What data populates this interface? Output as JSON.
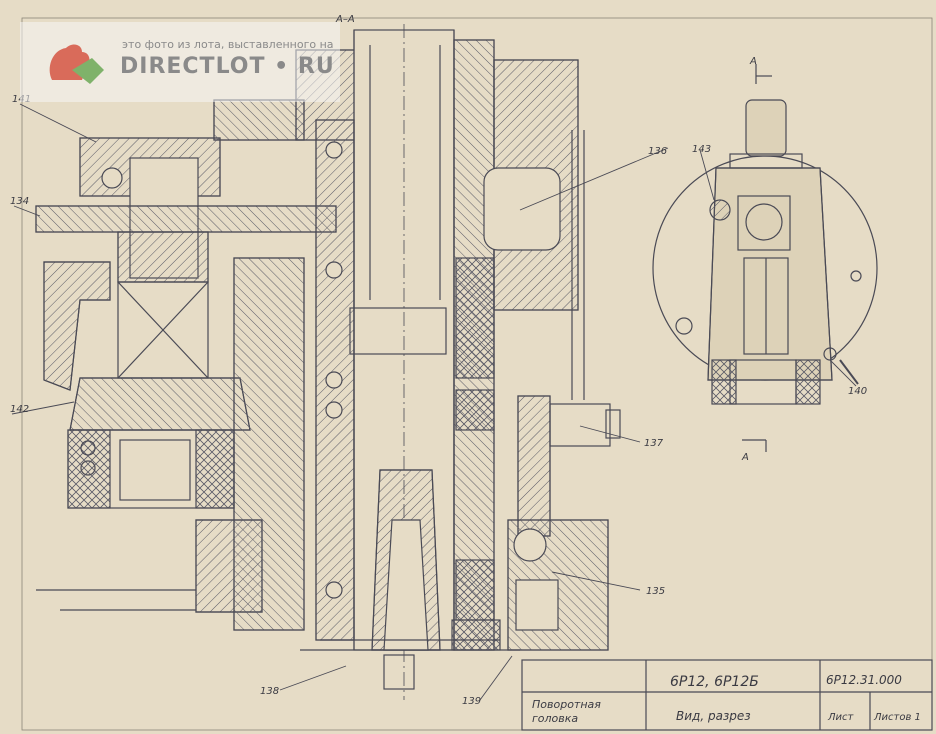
{
  "watermark": {
    "top_text": "это фото из лота, выставленного на",
    "brand_text": "DIRECTLOT • RU"
  },
  "section_mark": "А–А",
  "view_marks": {
    "top": "А",
    "bottom": "А"
  },
  "callouts": {
    "c141": "141",
    "c134": "134",
    "c142": "142",
    "c136": "136",
    "c137": "137",
    "c135": "135",
    "c138": "138",
    "c139": "139",
    "c143": "143",
    "c140": "140"
  },
  "title_block": {
    "models": "6Р12, 6Р12Б",
    "code": "6Р12.31.000",
    "name_line1": "Поворотная",
    "name_line2": "головка",
    "view": "Вид, разрез",
    "sheet": "Лист",
    "sheets": "Листов 1"
  },
  "colors": {
    "paper": "#e6dcc6",
    "ink": "#4a4a55",
    "watermark": "#8a8a8a",
    "logo_red": "#d96b5a",
    "logo_green": "#7fb26a"
  }
}
